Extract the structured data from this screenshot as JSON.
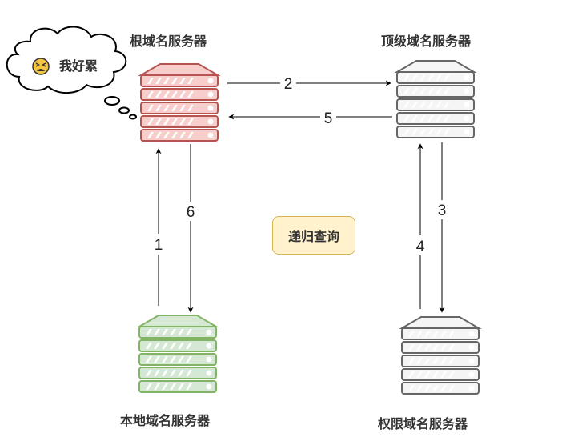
{
  "servers": {
    "root": {
      "label": "根域名服务器",
      "fill": "#f8cecc",
      "stroke": "#b85450"
    },
    "tld": {
      "label": "顶级域名服务器",
      "fill": "#f5f5f5",
      "stroke": "#666666"
    },
    "local": {
      "label": "本地域名服务器",
      "fill": "#d5e8d4",
      "stroke": "#82b366"
    },
    "authoritative": {
      "label": "权限域名服务器",
      "fill": "#f5f5f5",
      "stroke": "#666666"
    }
  },
  "arrows": {
    "a1": "1",
    "a2": "2",
    "a3": "3",
    "a4": "4",
    "a5": "5",
    "a6": "6"
  },
  "center_badge": {
    "label": "递归查询",
    "fill": "#fff2cc",
    "stroke": "#d6b656"
  },
  "thought_bubble": {
    "text": "我好累",
    "emoji_icon": "tired-face-emoji"
  }
}
